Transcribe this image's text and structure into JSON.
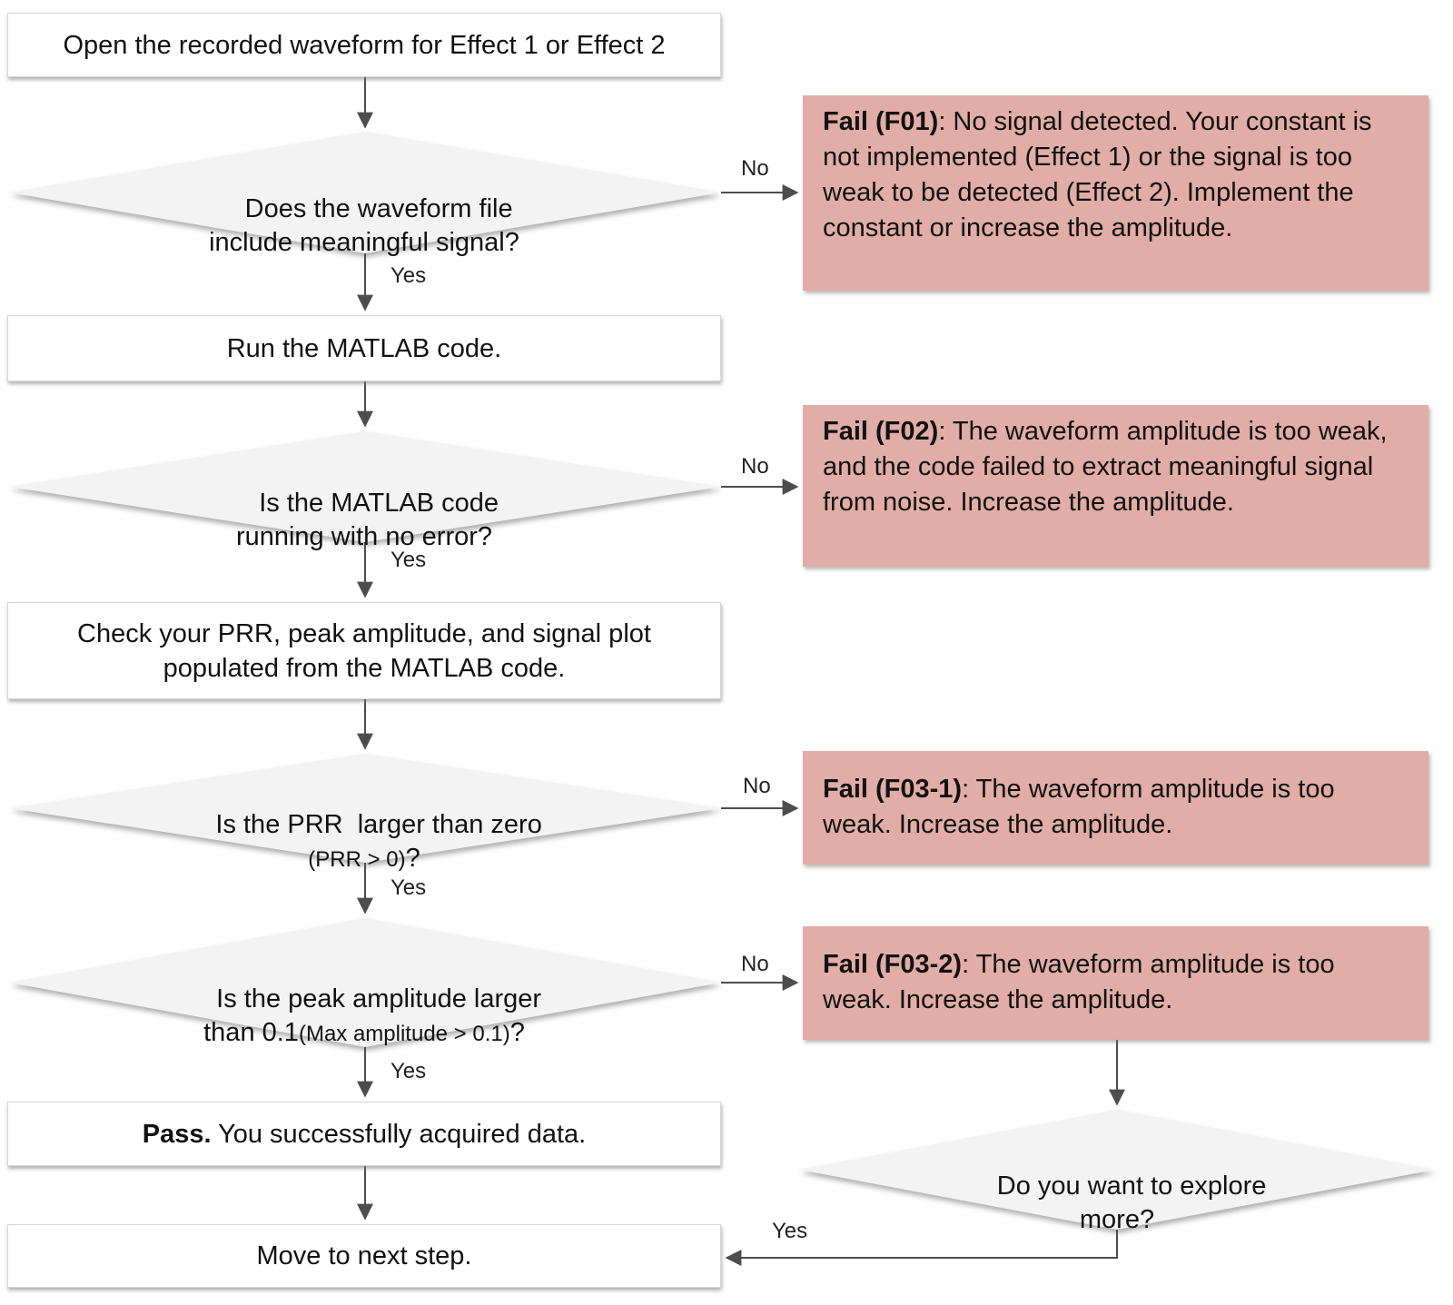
{
  "nodes": {
    "open": {
      "label": "Open the recorded waveform for Effect 1 or Effect 2"
    },
    "d_signal": {
      "line1": "Does the waveform file",
      "line2": "include meaningful signal?"
    },
    "run": {
      "label": "Run the MATLAB code."
    },
    "d_error": {
      "line1": "Is the MATLAB code",
      "line2": "running with no error?"
    },
    "check": {
      "line1": "Check your PRR, peak amplitude, and signal plot",
      "line2": "populated from the MATLAB code."
    },
    "d_prr": {
      "line1": "Is the PRR  larger than zero",
      "line2_small": "(PRR > 0)",
      "line2_tail": "?"
    },
    "d_peak": {
      "line1": "Is the peak amplitude larger",
      "line2_lead": "than 0.1",
      "line2_small": "(Max amplitude > 0.1)",
      "line2_tail": "?"
    },
    "pass": {
      "bold": "Pass.",
      "rest": " You successfully acquired data."
    },
    "next": {
      "label": "Move to next step."
    },
    "d_explore": {
      "line1": "Do you want to explore",
      "line2": "more?"
    },
    "f01": {
      "bold": "Fail (F01)",
      "rest": ": No signal detected. Your constant is not implemented (Effect 1) or the signal is too weak to be detected (Effect 2). Implement the constant or increase the amplitude."
    },
    "f02": {
      "bold": "Fail (F02)",
      "rest": ": The waveform amplitude is too weak, and the code failed to extract meaningful signal from noise. Increase the amplitude."
    },
    "f03_1": {
      "bold": "Fail (F03-1)",
      "rest": ": The waveform amplitude is too weak. Increase the amplitude."
    },
    "f03_2": {
      "bold": "Fail (F03-2)",
      "rest": ": The waveform amplitude is too weak. Increase the amplitude."
    }
  },
  "labels": {
    "yes": "Yes",
    "no": "No"
  },
  "colors": {
    "fail_bg": "#e1ada6",
    "decision_fill": "#f3f3f3",
    "arrow": "#4d4d4d",
    "box_border": "#d6d6d6",
    "text": "#111111"
  }
}
